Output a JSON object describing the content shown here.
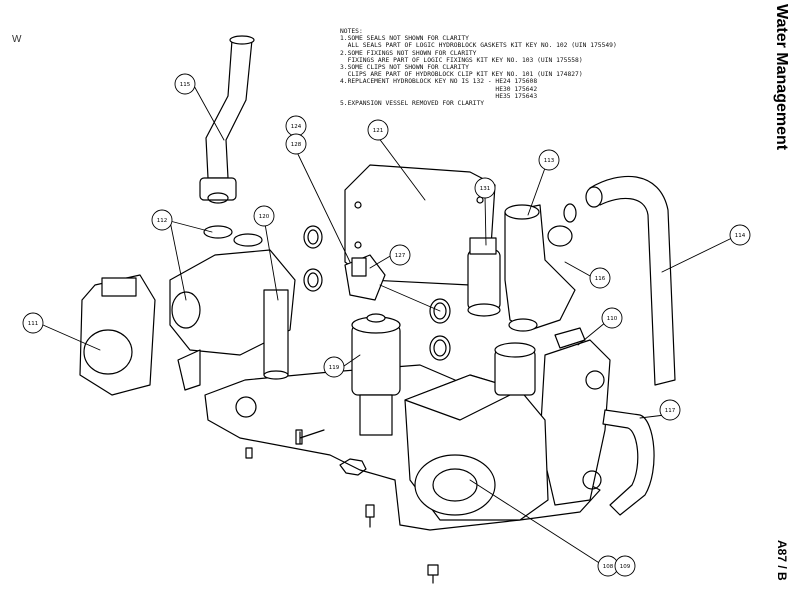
{
  "page": {
    "corner_mark": "W",
    "section_title": "Water Management",
    "page_ref": "A87 / B"
  },
  "notes": {
    "heading": "NOTES:",
    "lines": [
      "1.SOME SEALS NOT SHOWN FOR CLARITY",
      "  ALL SEALS PART OF LOGIC HYDROBLOCK GASKETS KIT KEY NO. 102 (UIN 175549)",
      "2.SOME FIXINGS NOT SHOWN FOR CLARITY",
      "  FIXINGS ARE PART OF LOGIC FIXINGS KIT KEY NO. 103 (UIN 175558)",
      "3.SOME CLIPS NOT SHOWN FOR CLARITY",
      "  CLIPS ARE PART OF HYDROBLOCK CLIP KIT KEY NO. 101 (UIN 174827)",
      "4.REPLACEMENT HYDROBLOCK KEY NO IS 132 - HE24 175608",
      "                                         HE30 175642",
      "                                         HE35 175643",
      "5.EXPANSION VESSEL REMOVED FOR CLARITY"
    ]
  },
  "callouts": {
    "c111": "111",
    "c112": "112",
    "c115": "115",
    "c120": "120",
    "c124": "124",
    "c128": "128",
    "c121": "121",
    "c127": "127",
    "c131": "131",
    "c113": "113",
    "c116": "116",
    "c114": "114",
    "c119": "119",
    "c110": "110",
    "c117": "117",
    "c108": "108",
    "c109": "109"
  }
}
